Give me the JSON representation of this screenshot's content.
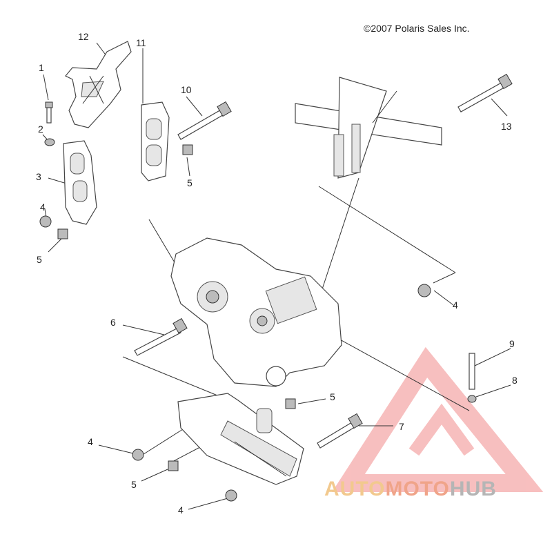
{
  "copyright": "©2007 Polaris Sales Inc.",
  "callouts": [
    "12",
    "11",
    "1",
    "10",
    "13",
    "2",
    "3",
    "5",
    "4",
    "5",
    "4",
    "6",
    "9",
    "8",
    "5",
    "7",
    "4",
    "5",
    "4"
  ],
  "watermark": {
    "auto": "AUTO",
    "moto": "MOTO",
    "hub": "HUB",
    "colors": {
      "auto": "#f2c98e",
      "moto": "#f0a489",
      "hub": "#b5b5b5",
      "logo": "#f28b8b"
    }
  }
}
